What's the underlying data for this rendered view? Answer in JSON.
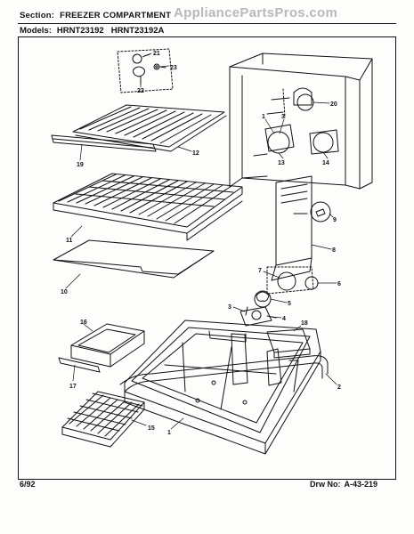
{
  "header": {
    "section_label": "Section:",
    "section_value": "FREEZER COMPARTMENT",
    "models_label": "Models:",
    "model_1": "HRNT23192",
    "model_2": "HRNT23192A",
    "watermark": "AppliancePartsPros.com"
  },
  "footer": {
    "date": "6/92",
    "drawing_label": "Drw No:",
    "drawing_number": "A-43-219"
  },
  "callouts": {
    "c21": "21",
    "c23": "23",
    "c22": "22",
    "c20": "20",
    "c1a": "1",
    "c3a": "3",
    "c13": "13",
    "c14": "14",
    "c12": "12",
    "c19": "19",
    "c9": "9",
    "c8": "8",
    "c11": "11",
    "c10": "10",
    "c7": "7",
    "c6": "6",
    "c5": "5",
    "c3b": "3",
    "c4": "4",
    "c16": "16",
    "c18": "18",
    "c17": "17",
    "c2": "2",
    "c15": "15",
    "c1b": "1"
  }
}
